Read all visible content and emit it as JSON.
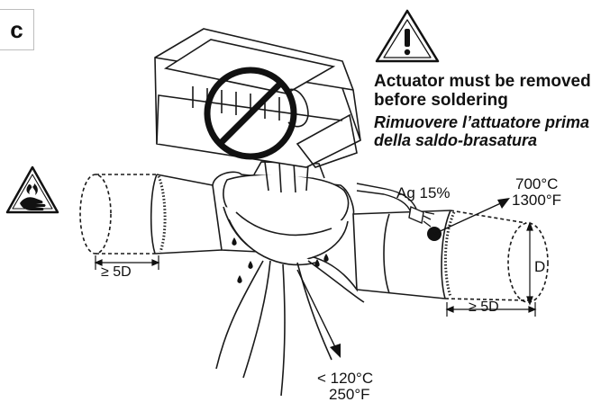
{
  "panel_label": "c",
  "warning": {
    "title_en": "Actuator must be removed before soldering",
    "title_it": "Rimuovere l’attuatore prima della saldo-brasatura"
  },
  "solder": {
    "alloy": "Ag 15%",
    "temp_c": "700°C",
    "temp_f": "1300°F"
  },
  "valve_limit": {
    "temp_c": "< 120°C",
    "temp_f": "250°F"
  },
  "dimensions": {
    "diameter": "D",
    "dist_left": "≥ 5D",
    "dist_right": "≥ 5D"
  },
  "icons": [
    "warning-triangle-icon",
    "burn-hazard-icon",
    "prohibited-icon"
  ],
  "colors": {
    "line": "#1a1a1a",
    "background": "#ffffff"
  }
}
